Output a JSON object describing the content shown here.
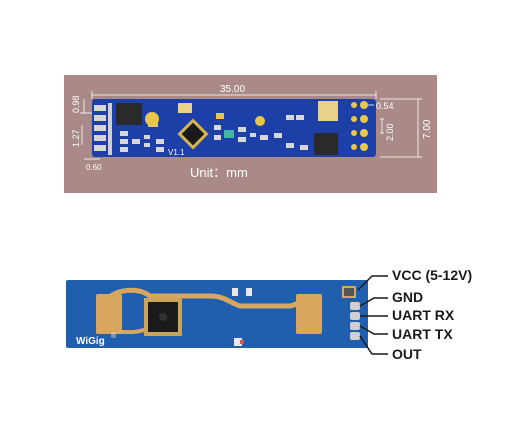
{
  "dimension_drawing": {
    "background_color": "#aa8a89",
    "board_color": "#1d3fa8",
    "length_label": "35.00",
    "height_label": "7.00",
    "right_pitch_label": "2.00",
    "pad_label": "0.54",
    "left_top_label": "0.98",
    "left_pitch_label": "1.27",
    "bottom_left_label": "0.60",
    "version_label": "V1.1",
    "unit_label": "Unit：mm"
  },
  "module_photo": {
    "board_color": "#1f5fae",
    "antenna_color": "#d9a660",
    "brand_label": "WiGig",
    "registered_mark": "®",
    "pins": [
      {
        "label": "VCC (5-12V)"
      },
      {
        "label": "GND"
      },
      {
        "label": "UART RX"
      },
      {
        "label": "UART TX"
      },
      {
        "label": "OUT"
      }
    ]
  }
}
